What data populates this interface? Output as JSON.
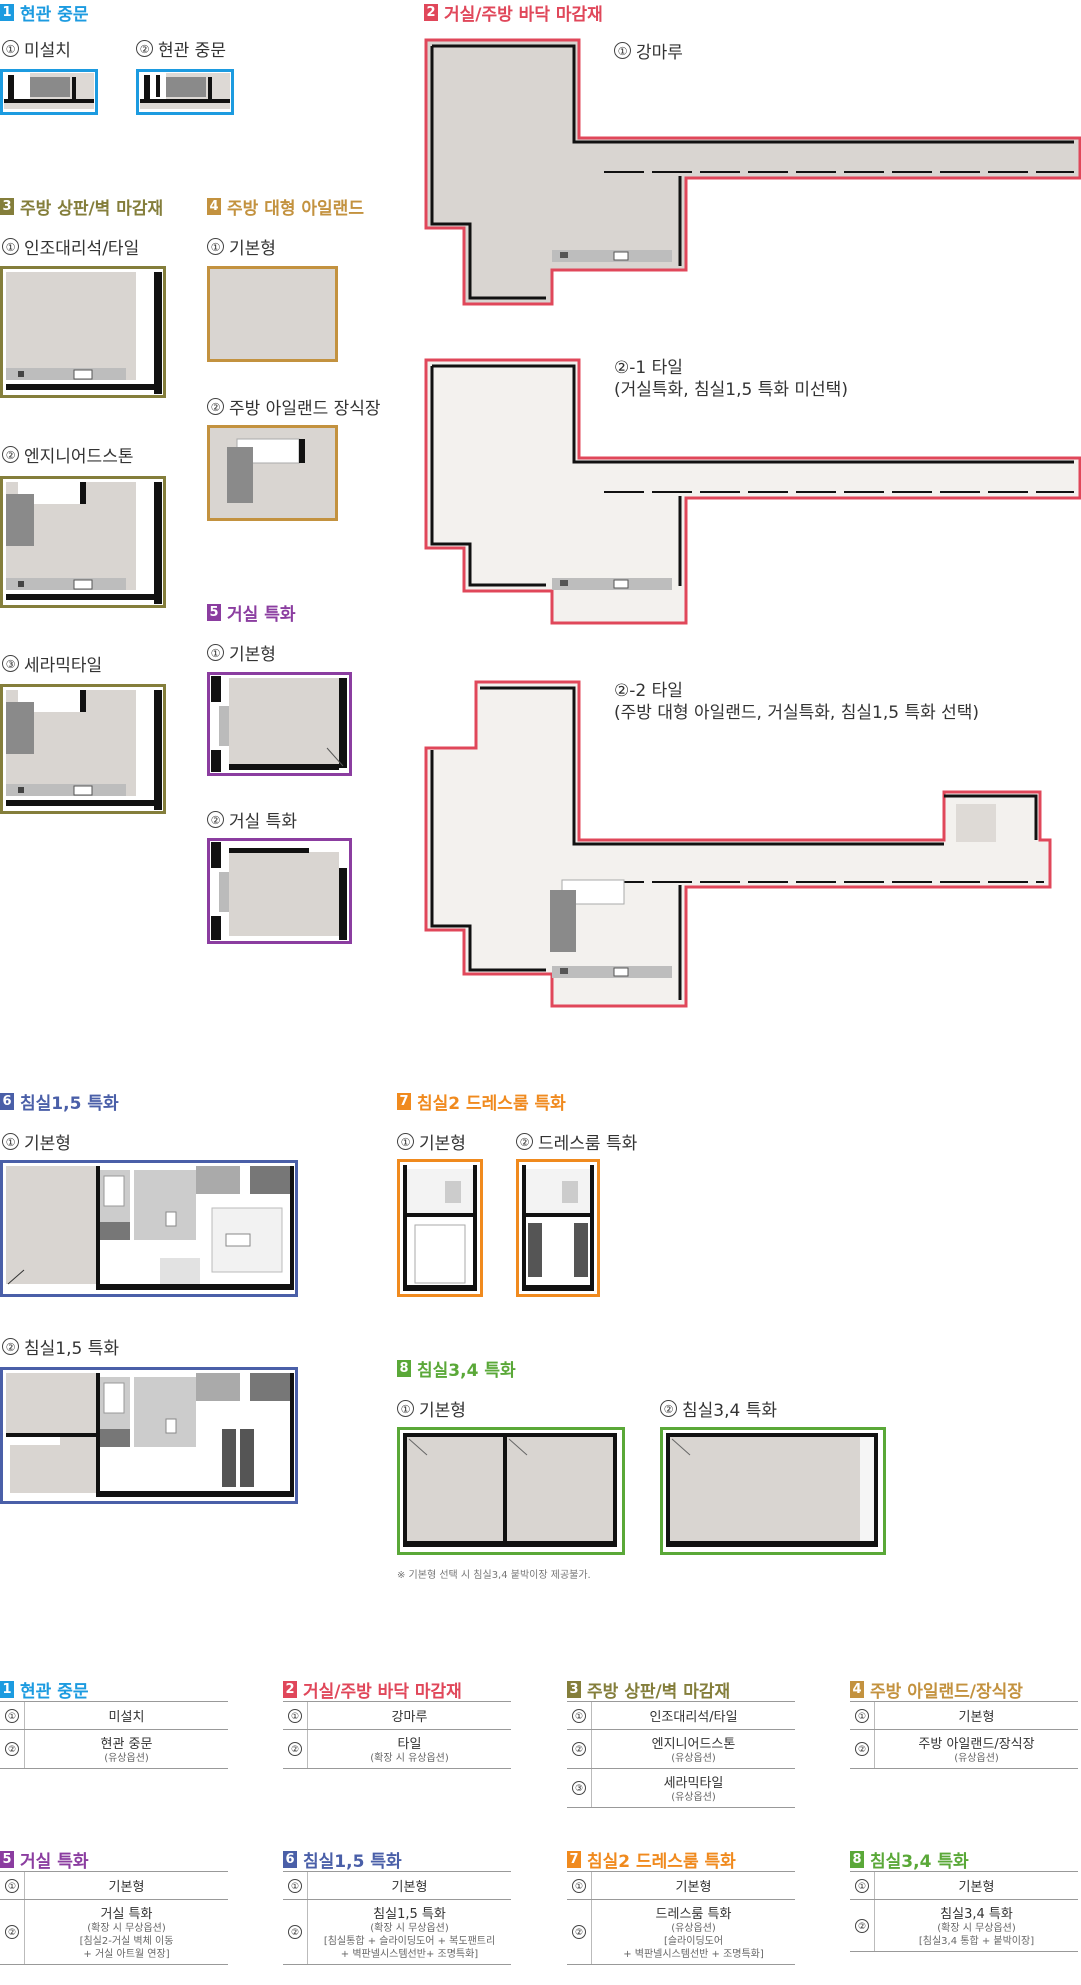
{
  "colors": {
    "s1": "#1c9be0",
    "s2": "#e0475a",
    "s3": "#847e3b",
    "s4": "#c3923f",
    "s5": "#8b3da0",
    "s6": "#4a5fa8",
    "s7": "#f08a1e",
    "s8": "#5aa838"
  },
  "sections": {
    "s1": {
      "num": "1",
      "title": "현관 중문",
      "opts": [
        "미설치",
        "현관 중문"
      ]
    },
    "s2": {
      "num": "2",
      "title": "거실/주방 바닥 마감재",
      "opts": [
        "강마루",
        "②-1 타일",
        "(거실특화, 침실1,5 특화 미선택)",
        "②-2 타일",
        "(주방 대형 아일랜드, 거실특화, 침실1,5 특화 선택)"
      ]
    },
    "s3": {
      "num": "3",
      "title": "주방 상판/벽 마감재",
      "opts": [
        "인조대리석/타일",
        "엔지니어드스톤",
        "세라믹타일"
      ]
    },
    "s4": {
      "num": "4",
      "title": "주방 대형 아일랜드",
      "opts": [
        "기본형",
        "주방 아일랜드 장식장"
      ]
    },
    "s5": {
      "num": "5",
      "title": "거실 특화",
      "opts": [
        "기본형",
        "거실 특화"
      ]
    },
    "s6": {
      "num": "6",
      "title": "침실1,5 특화",
      "opts": [
        "기본형",
        "침실1,5 특화"
      ]
    },
    "s7": {
      "num": "7",
      "title": "침실2 드레스룸 특화",
      "opts": [
        "기본형",
        "드레스룸 특화"
      ]
    },
    "s8": {
      "num": "8",
      "title": "침실3,4 특화",
      "opts": [
        "기본형",
        "침실3,4 특화"
      ],
      "note": "※ 기본형 선택 시 침실3,4 붙박이장 제공불가."
    }
  },
  "circled": [
    "①",
    "②",
    "③"
  ],
  "tables": [
    {
      "key": "t1",
      "num": "1",
      "title": "현관 중문",
      "rows": [
        {
          "n": "①",
          "main": "미설치",
          "sub": []
        },
        {
          "n": "②",
          "main": "현관 중문",
          "sub": [
            "(유상옵션)"
          ]
        }
      ]
    },
    {
      "key": "t2",
      "num": "2",
      "title": "거실/주방 바닥 마감재",
      "rows": [
        {
          "n": "①",
          "main": "강마루",
          "sub": []
        },
        {
          "n": "②",
          "main": "타일",
          "sub": [
            "(확장 시 유상옵션)"
          ]
        }
      ]
    },
    {
      "key": "t3",
      "num": "3",
      "title": "주방 상판/벽 마감재",
      "rows": [
        {
          "n": "①",
          "main": "인조대리석/타일",
          "sub": []
        },
        {
          "n": "②",
          "main": "엔지니어드스톤",
          "sub": [
            "(유상옵션)"
          ]
        },
        {
          "n": "③",
          "main": "세라믹타일",
          "sub": [
            "(유상옵션)"
          ]
        }
      ]
    },
    {
      "key": "t4",
      "num": "4",
      "title": "주방 아일랜드/장식장",
      "rows": [
        {
          "n": "①",
          "main": "기본형",
          "sub": []
        },
        {
          "n": "②",
          "main": "주방 아일랜드/장식장",
          "sub": [
            "(유상옵션)"
          ]
        }
      ]
    },
    {
      "key": "t5",
      "num": "5",
      "title": "거실 특화",
      "rows": [
        {
          "n": "①",
          "main": "기본형",
          "sub": []
        },
        {
          "n": "②",
          "main": "거실 특화",
          "sub": [
            "(확장 시 무상옵션)",
            "[침실2-거실 벽체 이동",
            "+ 거실 아트월 연장]"
          ]
        }
      ]
    },
    {
      "key": "t6",
      "num": "6",
      "title": "침실1,5 특화",
      "rows": [
        {
          "n": "①",
          "main": "기본형",
          "sub": []
        },
        {
          "n": "②",
          "main": "침실1,5 특화",
          "sub": [
            "(확장 시 무상옵션)",
            "[침실통합 + 슬라이딩도어 + 복도팬트리",
            "+ 벽판넬시스템선반+ 조명특화]"
          ]
        }
      ]
    },
    {
      "key": "t7",
      "num": "7",
      "title": "침실2 드레스룸 특화",
      "rows": [
        {
          "n": "①",
          "main": "기본형",
          "sub": []
        },
        {
          "n": "②",
          "main": "드레스룸 특화",
          "sub": [
            "(유상옵션)",
            "[슬라이딩도어",
            "+ 벽판넬시스템선반 + 조명특화]"
          ]
        }
      ]
    },
    {
      "key": "t8",
      "num": "8",
      "title": "침실3,4 특화",
      "rows": [
        {
          "n": "①",
          "main": "기본형",
          "sub": []
        },
        {
          "n": "②",
          "main": "침실3,4 특화",
          "sub": [
            "(확장 시 무상옵션)",
            "[침실3,4 통합 + 붙박이장]"
          ]
        }
      ]
    }
  ]
}
